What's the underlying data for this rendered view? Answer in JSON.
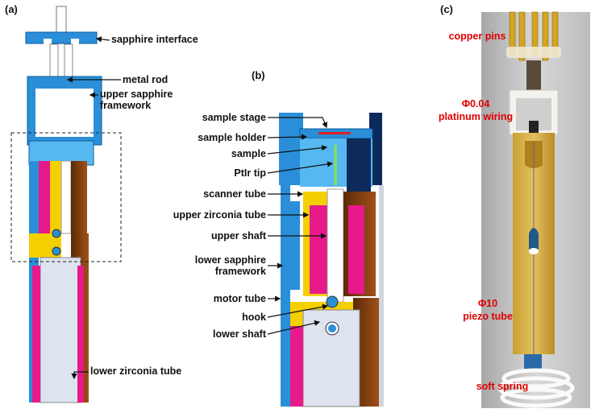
{
  "panel_a": {
    "label": "(a)",
    "callouts": [
      "sapphire interface",
      "metal rod",
      "upper sapphire framework",
      "lower zirconia tube"
    ]
  },
  "panel_b": {
    "label": "(b)",
    "callouts": [
      "sample stage",
      "sample holder",
      "sample",
      "PtIr tip",
      "scanner tube",
      "upper zirconia tube",
      "upper shaft",
      "lower sapphire framework",
      "motor tube",
      "hook",
      "lower shaft"
    ]
  },
  "panel_c": {
    "label": "(c)",
    "callouts": [
      "copper pins",
      "Φ0.04",
      "platinum wiring",
      "Φ10",
      "piezo tube",
      "soft spring"
    ]
  },
  "colors": {
    "sapphire": "#2a8fd8",
    "zirconia": "#e8198b",
    "scanner": "#f5d000",
    "motor": "#7a3a0a",
    "label_red": "#e00000"
  }
}
